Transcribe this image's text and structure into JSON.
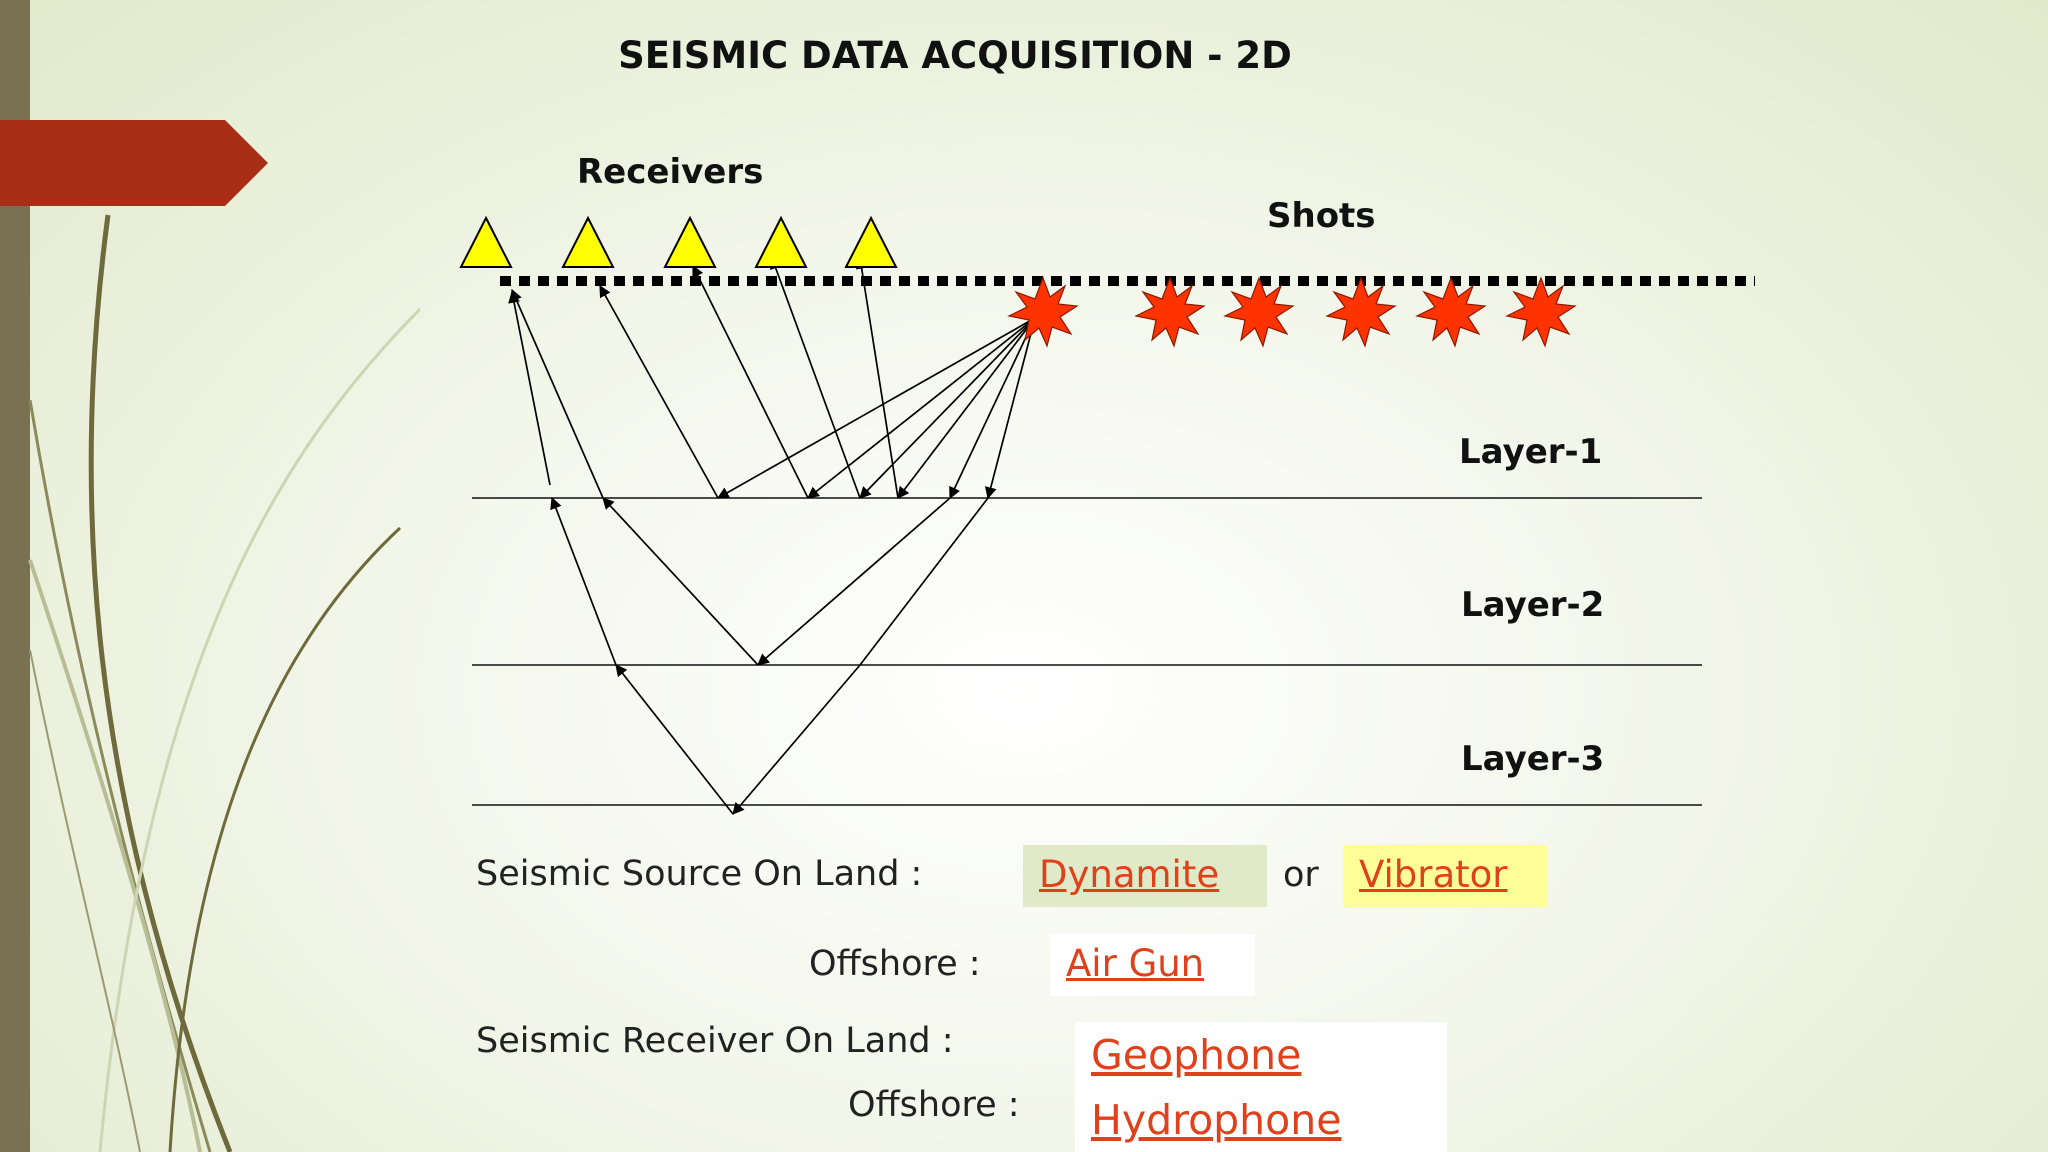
{
  "slide": {
    "title": "SEISMIC DATA ACQUISITION - 2D",
    "colors": {
      "bar": "#7a7153",
      "banner": "#a82e16",
      "receiver": "#ffff00",
      "shot": "#ff3300",
      "link": "#e0401a"
    }
  },
  "diagram": {
    "receivers_label": "Receivers",
    "shots_label": "Shots",
    "layers": [
      "Layer-1",
      "Layer-2",
      "Layer-3"
    ],
    "receiver_icon": "yellow-triangle",
    "shot_icon": "red-starburst"
  },
  "sources": {
    "land_label": "Seismic Source On Land :",
    "land_option_1": "Dynamite",
    "or": "or",
    "land_option_2": "Vibrator",
    "offshore_label": "Offshore :",
    "offshore_option": "Air Gun"
  },
  "receivers": {
    "land_label": "Seismic Receiver On Land :",
    "land_option": "Geophone",
    "offshore_label": "Offshore :",
    "offshore_option": "Hydrophone"
  }
}
